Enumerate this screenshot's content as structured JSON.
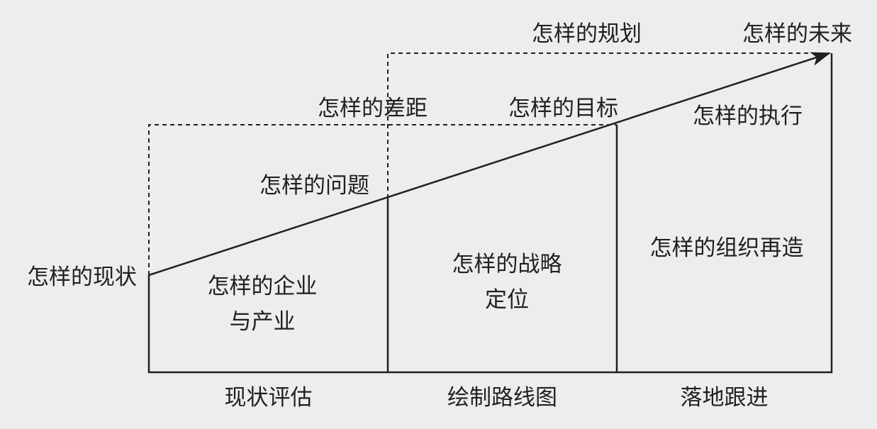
{
  "labels": {
    "current_state": "怎样的现状",
    "problem": "怎样的问题",
    "gap": "怎样的差距",
    "plan": "怎样的规划",
    "goal": "怎样的目标",
    "future": "怎样的未来",
    "execution": "怎样的执行"
  },
  "columns": [
    {
      "content_line1": "怎样的企业",
      "content_line2": "与产业",
      "footer": "现状评估"
    },
    {
      "content_line1": "怎样的战略",
      "content_line2": "定位",
      "footer": "绘制路线图"
    },
    {
      "content_line1": "怎样的组织再造",
      "content_line2": "",
      "footer": "落地跟进"
    }
  ],
  "colors": {
    "line": "#231f20",
    "background": "#ededee"
  }
}
